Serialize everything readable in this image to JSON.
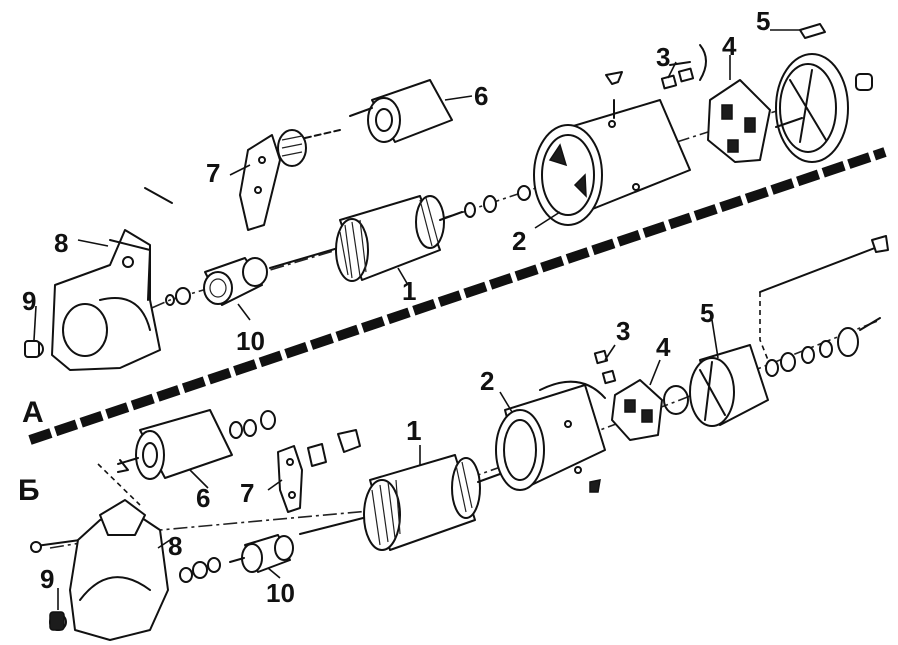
{
  "variant_labels": {
    "a": "А",
    "b": "Б"
  },
  "callouts_a": {
    "p1": "1",
    "p2": "2",
    "p3": "3",
    "p4": "4",
    "p5": "5",
    "p6": "6",
    "p7": "7",
    "p8": "8",
    "p9": "9",
    "p10": "10"
  },
  "callouts_b": {
    "p1": "1",
    "p2": "2",
    "p3": "3",
    "p4": "4",
    "p5": "5",
    "p6": "6",
    "p7": "7",
    "p8": "8",
    "p9": "9",
    "p10": "10"
  },
  "colors": {
    "ink": "#111111",
    "paper": "#ffffff"
  }
}
